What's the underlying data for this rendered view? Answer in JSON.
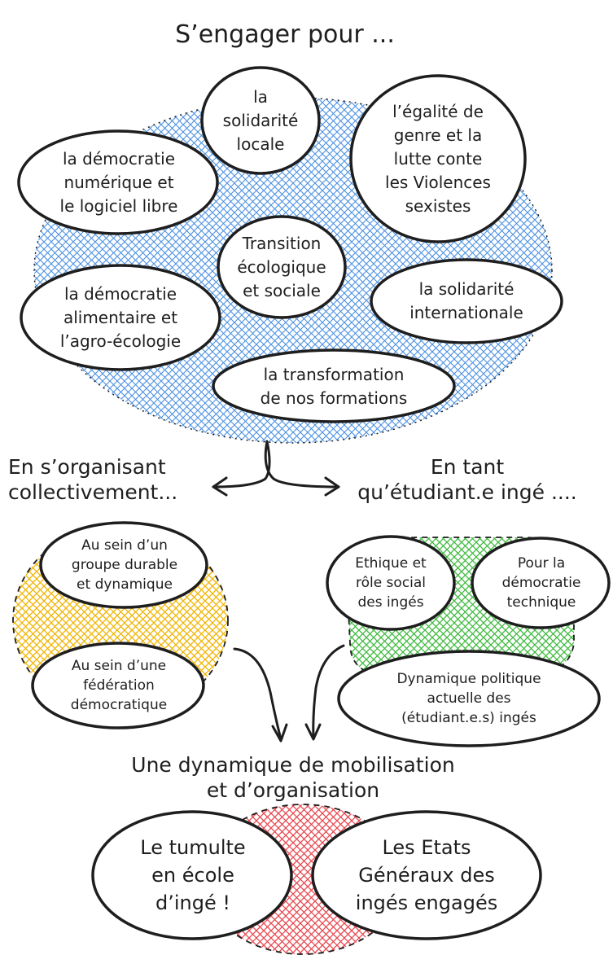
{
  "title": "S’engager pour ...",
  "causes": {
    "local_solidarity": [
      "la",
      "solidarité",
      "locale"
    ],
    "gender_equality": [
      "l’égalité de",
      "genre et la",
      "lutte conte",
      "les Violences",
      "sexistes"
    ],
    "digital_democracy": [
      "la démocratie",
      "numérique et",
      "le logiciel libre"
    ],
    "ecological_transition": [
      "Transition",
      "écologique",
      "et sociale"
    ],
    "international_solidarity": [
      "la solidarité",
      "internationale"
    ],
    "food_democracy": [
      "la démocratie",
      "alimentaire et",
      "l’agro-écologie"
    ],
    "training_transformation": [
      "la transformation",
      "de nos formations"
    ]
  },
  "branches": {
    "left_heading": [
      "En s’organisant",
      "collectivement..."
    ],
    "right_heading": [
      "En tant",
      "qu’étudiant.e ingé ...."
    ]
  },
  "left_group": {
    "durable_group": [
      "Au sein d’un",
      "groupe durable",
      "et dynamique"
    ],
    "federation": [
      "Au sein d’une",
      "fédération",
      "démocratique"
    ]
  },
  "right_group": {
    "ethics": [
      "Ethique et",
      "rôle social",
      "des ingés"
    ],
    "tech_democracy": [
      "Pour la",
      "démocratie",
      "technique"
    ],
    "political_dynamic": [
      "Dynamique politique",
      "actuelle des",
      "(étudiant.e.s) ingés"
    ]
  },
  "mobilisation": [
    "Une dynamique de mobilisation",
    "et d’organisation"
  ],
  "events": {
    "tumulte": [
      "Le tumulte",
      "en école",
      "d’ingé !"
    ],
    "etats_generaux": [
      "Les Etats",
      "Généraux des",
      "ingés engagés"
    ]
  },
  "colors": {
    "blue": "#4a90e2",
    "yellow": "#f0b400",
    "green": "#3dba3d",
    "red": "#e8474f",
    "stroke": "#1e1e1e"
  }
}
